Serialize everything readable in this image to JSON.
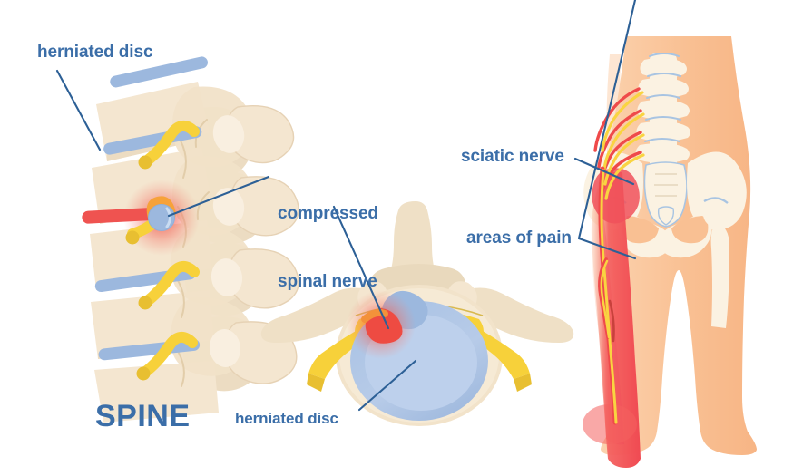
{
  "illustration": {
    "title_text": "SPINE",
    "subject": "herniated disc and sciatic nerve anatomy",
    "background_color": "#ffffff"
  },
  "labels": {
    "herniated_disc_top": "herniated disc",
    "compressed_nerve_line1": "compressed",
    "compressed_nerve_line2": "spinal nerve",
    "herniated_disc_bottom": "herniated disc",
    "spine_title": "SPINE",
    "sciatic_nerve": "sciatic nerve",
    "areas_of_pain": "areas of pain"
  },
  "colors": {
    "label_blue": "#3b6ea8",
    "leader_line_blue": "#2d6096",
    "bone_fill": "#f4e6d0",
    "bone_shade": "#e6d2b5",
    "disc_blue": "#9cb8de",
    "disc_blue_light": "#b7cbe8",
    "nerve_yellow": "#f7d13a",
    "nerve_yellow_dark": "#e3b32a",
    "pain_red": "#e8413c",
    "pain_glow": "#f4756b",
    "skin": "#f9c093",
    "skin_light": "#fbd2ae",
    "pain_leg_red": "#f4615f",
    "sciatic_yellow": "#f9d441"
  },
  "panels": [
    {
      "name": "lateral-spine-view",
      "position": "left",
      "caption": "SPINE"
    },
    {
      "name": "vertebra-cross-section-view",
      "position": "center",
      "caption": "herniated disc"
    },
    {
      "name": "lower-body-sciatica-view",
      "position": "right",
      "caption": "sciatic nerve / areas of pain"
    }
  ]
}
